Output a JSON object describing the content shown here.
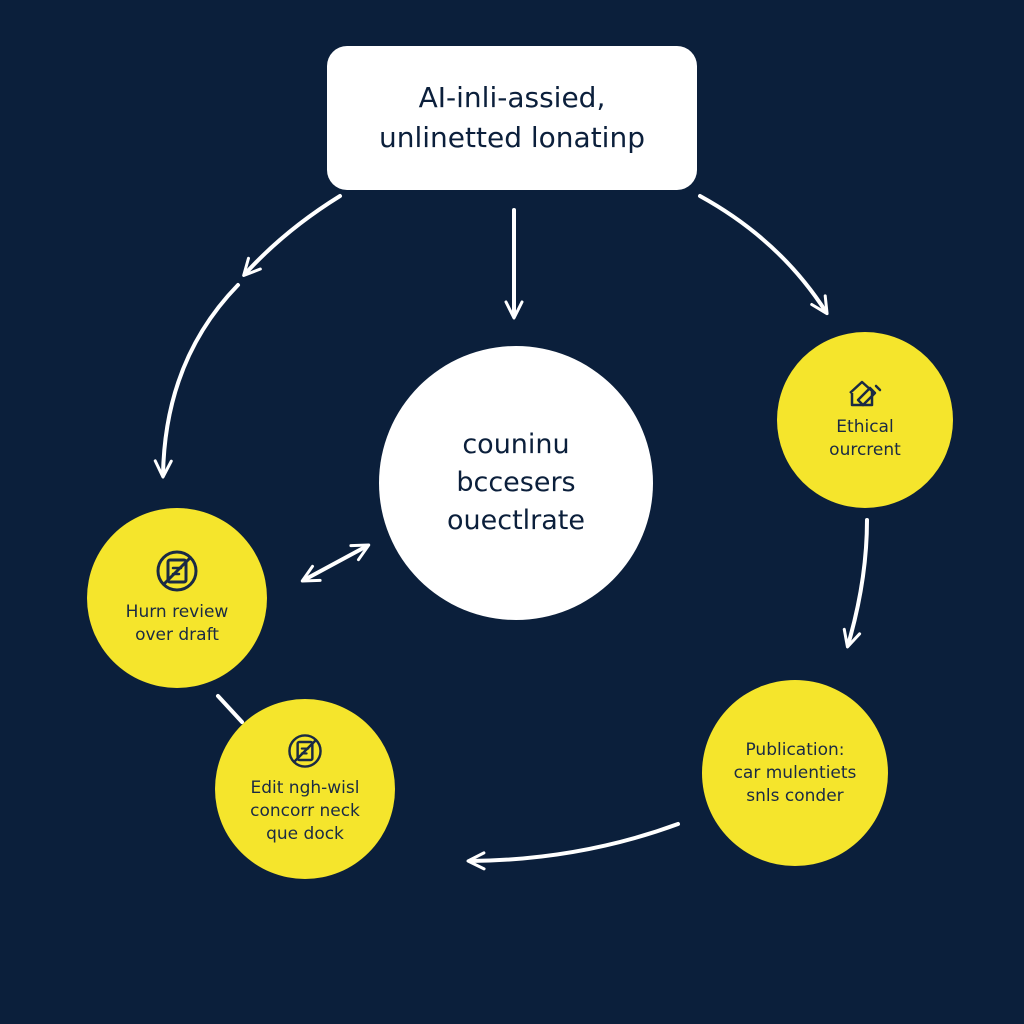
{
  "diagram": {
    "top_box": {
      "lines": [
        "AI-inli-assied,",
        "unlinetted lonatinp"
      ]
    },
    "center": {
      "lines": [
        "couninu",
        "bccesers",
        "ouectlrate"
      ]
    },
    "nodes": {
      "ethical": {
        "icon": "house-edit-icon",
        "lines": [
          "Ethical",
          "ourcrent"
        ]
      },
      "review": {
        "icon": "document-crossed-icon",
        "lines": [
          "Hurn review",
          "over draft"
        ]
      },
      "edit": {
        "icon": "document-crossed-icon",
        "lines": [
          "Edit ngh-wisl",
          "concorr neck",
          "que dock"
        ]
      },
      "publication": {
        "lines": [
          "Publication:",
          "car mulentiets",
          "snls conder"
        ]
      }
    },
    "colors": {
      "background": "#0b1f3b",
      "yellow": "#f5e52c",
      "white": "#ffffff"
    }
  }
}
